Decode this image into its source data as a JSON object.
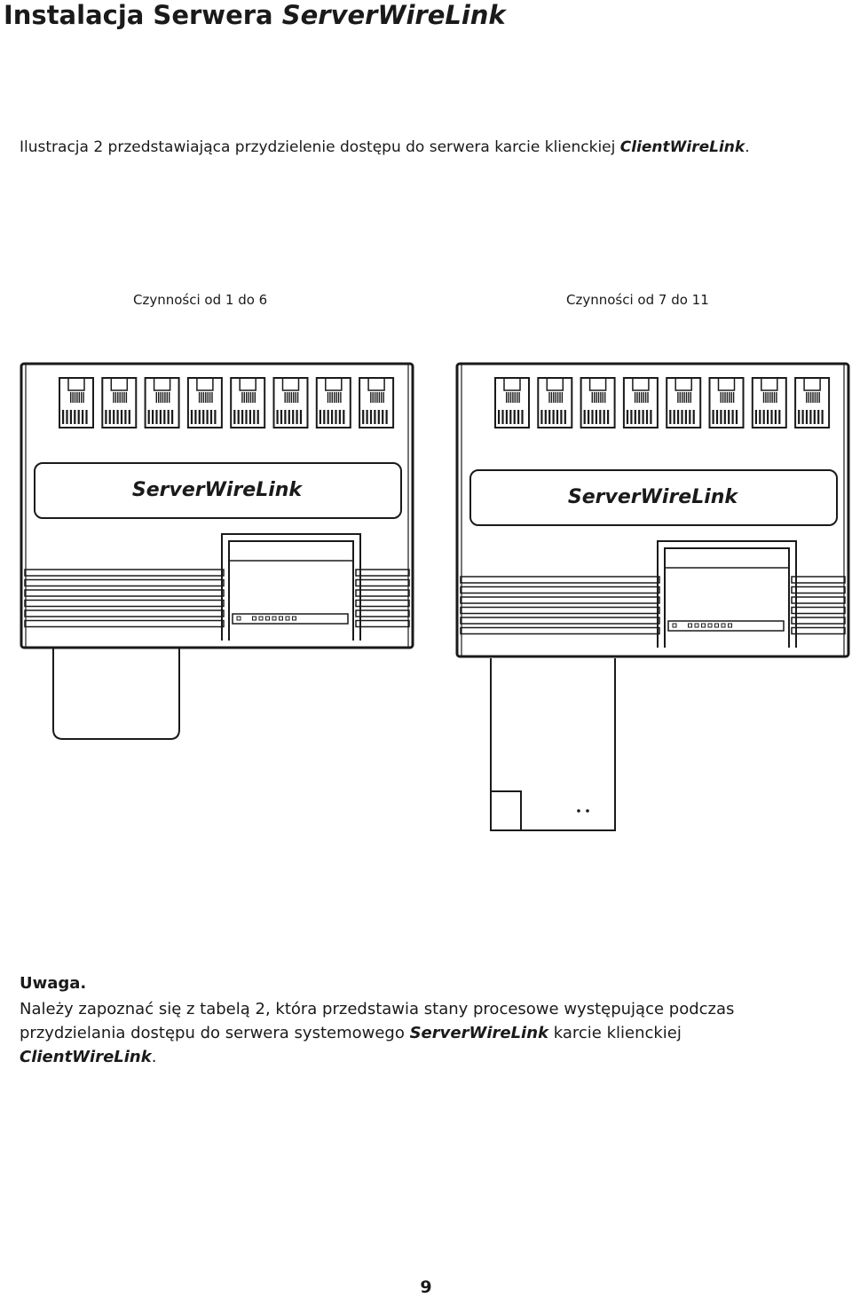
{
  "heading": {
    "prefix": "Instalacja Serwera",
    "product": "ServerWireLink"
  },
  "intro": {
    "text": "Ilustracja 2 przedstawiająca przydzielenie dostępu do serwera karcie klienckiej",
    "product": "ClientWireLink",
    "end": "."
  },
  "figure": {
    "left_caption": "Czynności od 1 do 6",
    "right_caption": "Czynności od 7 do 11",
    "device_label": "ServerWireLink",
    "port_count": 8,
    "led_count": 8
  },
  "note": {
    "title": "Uwaga.",
    "text1": "Należy zapoznać się z tabelą 2, która przedstawia stany procesowe występujące podczas przydzielania dostępu do serwera systemowego",
    "product1": "ServerWireLink",
    "text2": "karcie klienckiej",
    "product2": "ClientWireLink",
    "end": "."
  },
  "page_number": "9"
}
